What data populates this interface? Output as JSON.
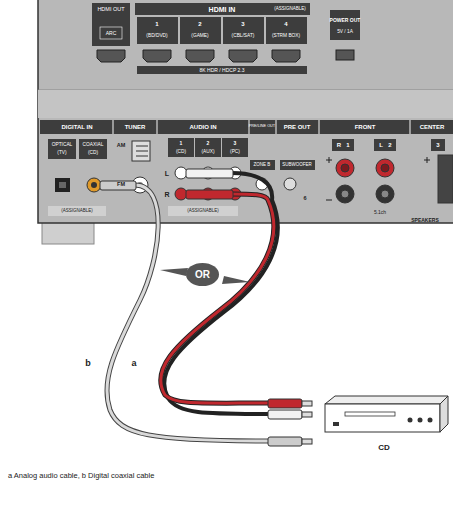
{
  "diagram": {
    "caption": "a Analog audio cable, b Digital coaxial cable",
    "nodes": [
      {
        "text": [
          "OR"
        ]
      }
    ],
    "labels": [
      "HDMI OUT",
      "HDMI IN",
      "(ASSIGNABLE)",
      "ARC",
      "1",
      "(BD/DVD)",
      "2",
      "(GAME)",
      "3",
      "(CBL/SAT)",
      "4",
      "(STRM BOX)",
      "8K HDR / HDCP 2.3",
      "POWER OUT",
      "5V / 1A",
      "DIGITAL IN",
      "TUNER",
      "AUDIO IN",
      "PRE/LINE OUT",
      "PRE OUT",
      "FRONT",
      "CENTER",
      "OPTICAL",
      "(TV)",
      "COAXIAL",
      "(CD)",
      "AM",
      "FM",
      "1",
      "(CD)",
      "2",
      "(AUX)",
      "3",
      "(PC)",
      "L",
      "R",
      "ZONE B",
      "SUBWOOFER",
      "6",
      "R",
      "1",
      "L",
      "2",
      "3",
      "(ASSIGNABLE)",
      "(ASSIGNABLE)",
      "5.1ch",
      "SPEAKERS",
      "b",
      "a",
      "CD"
    ]
  }
}
